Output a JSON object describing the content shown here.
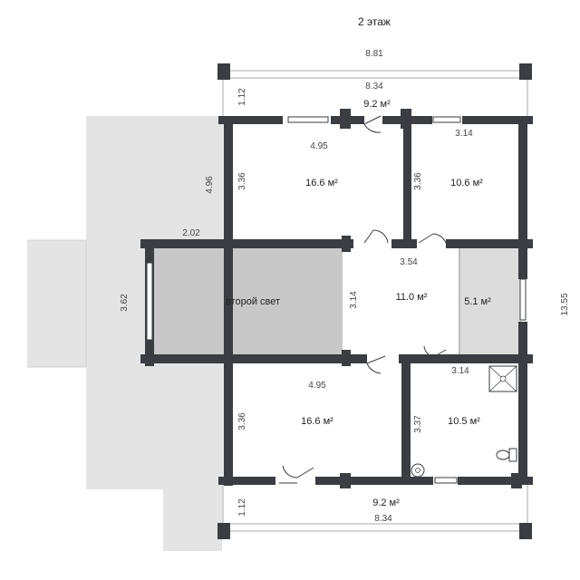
{
  "plan": {
    "title": "2 этаж",
    "colors": {
      "wall": "#3a3d42",
      "terrace": "#e4e4e4",
      "light_room": "#c8c8c8",
      "closet": "#dcdcdc",
      "window": "#ffffff"
    }
  },
  "rooms": {
    "balcony_top": "9.2 м²",
    "room_top_left": "16.6 м²",
    "room_top_right": "10.6 м²",
    "second_light": "второй свет",
    "hall": "11.0 м²",
    "closet": "5.1 м²",
    "room_bottom_left": "16.6 м²",
    "bathroom": "10.5 м²",
    "balcony_bottom": "9.2 м²"
  },
  "dimensions": {
    "overall_width": "8.81",
    "top_balcony_width": "8.34",
    "top_balcony_depth": "1.12",
    "room_tl_width": "4.95",
    "room_tl_depth": "3.36",
    "room_tr_depth": "3.36",
    "room_tr_width": "3.14",
    "terrace_depth": "4.96",
    "second_light_width": "2.02",
    "second_light_height": "3.14",
    "hall_width": "3.54",
    "terrace_length": "3.62",
    "overall_height": "13.55",
    "room_bl_width": "4.95",
    "room_bl_depth": "3.36",
    "bath_width": "3.14",
    "bath_depth": "3.37",
    "bottom_balcony_depth": "1.12",
    "bottom_balcony_width": "8.34"
  }
}
